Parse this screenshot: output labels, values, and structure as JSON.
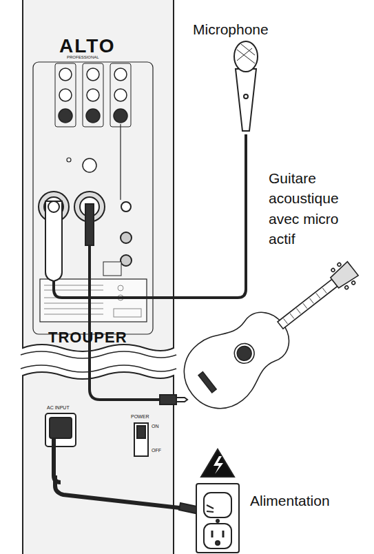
{
  "diagram": {
    "labels": [
      "ALTO",
      "PROFESSIONAL",
      "TROUPER",
      "POWER",
      "ON",
      "OFF",
      "AC INPUT",
      "Microphone",
      "Guitare acoustique avec micro actif",
      "Alimentation"
    ]
  }
}
